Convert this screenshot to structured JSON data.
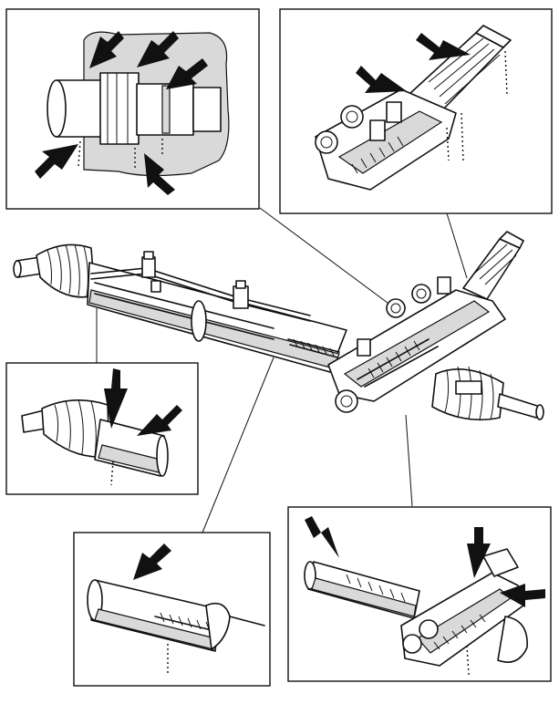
{
  "figure": {
    "description_text": "",
    "colors": {
      "ink": "#111111",
      "paper": "#ffffff",
      "shading": "#d9d9d9"
    },
    "detail_views": [
      {
        "id": "top-left",
        "arrow_count": 5
      },
      {
        "id": "top-right",
        "arrow_count": 2
      },
      {
        "id": "middle-left",
        "arrow_count": 2
      },
      {
        "id": "bottom-center",
        "arrow_count": 1
      },
      {
        "id": "bottom-right",
        "arrow_count": 3
      }
    ]
  }
}
